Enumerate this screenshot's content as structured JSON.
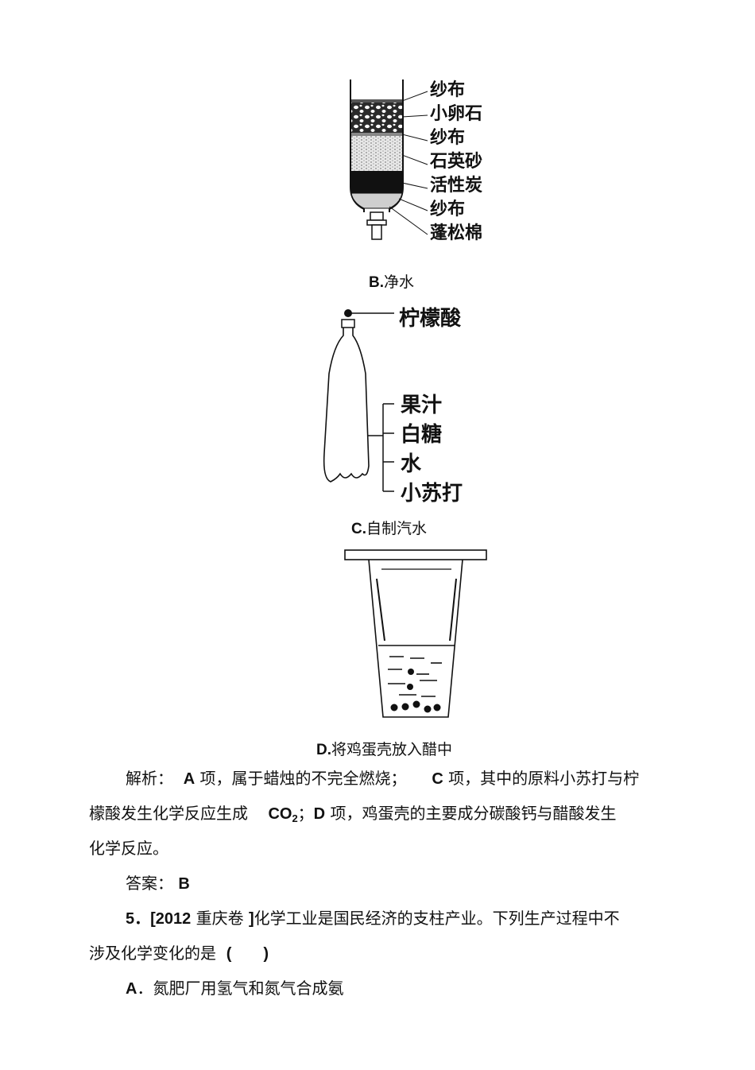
{
  "figureB": {
    "layers": [
      "纱布",
      "小卵石",
      "纱布",
      "石英砂",
      "活性炭",
      "纱布",
      "蓬松棉"
    ],
    "caption_letter": "B.",
    "caption_text": "净水"
  },
  "figureC": {
    "top_label": "柠檬酸",
    "ingredients": [
      "果汁",
      "白糖",
      "水",
      "小苏打"
    ],
    "caption_letter": "C.",
    "caption_text": "自制汽水"
  },
  "figureD": {
    "caption_letter": "D.",
    "caption_text": "将鸡蛋壳放入醋中"
  },
  "analysis": {
    "line1_lead": "解析：",
    "line1_a": "A",
    "line1_b": " 项，属于蜡烛的不完全燃烧；",
    "line1_c": "C",
    "line1_d": " 项，其中的原料小苏打与柠",
    "line2_a": "檬酸发生化学反应生成",
    "line2_co": "CO",
    "line2_sub": "2",
    "line2_b": "；",
    "line2_d": "D",
    "line2_c": " 项，鸡蛋壳的主要成分碳酸钙与醋酸发生",
    "line3": "化学反应。"
  },
  "answer": {
    "lead": "答案：",
    "value": "B"
  },
  "question5": {
    "number": "5．",
    "source": "[2012",
    "source_text": "重庆卷",
    "source_close": "]",
    "stem_line1": "化学工业是国民经济的支柱产业。下列生产过程中不",
    "stem_line2": "涉及化学变化的是",
    "paren": "(　　)",
    "optionA_letter": "A",
    "optionA_text": "．氮肥厂用氢气和氮气合成氨"
  }
}
